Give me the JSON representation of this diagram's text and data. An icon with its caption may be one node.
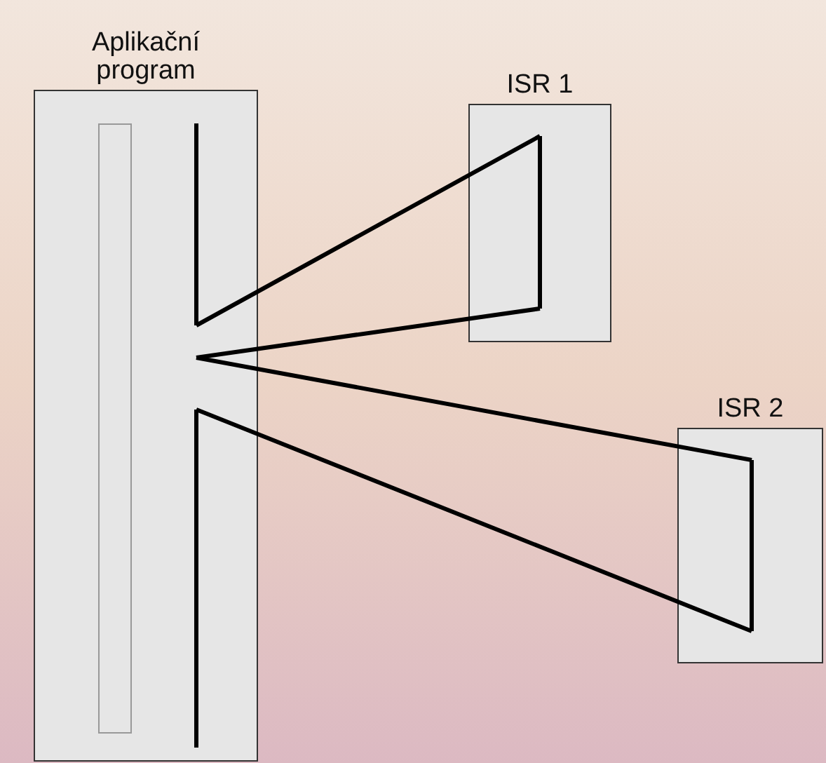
{
  "diagram": {
    "nodes": [
      {
        "text": [
          "Aplikační program"
        ]
      },
      {
        "text": [],
        "shape": "bar",
        "in": 0
      },
      {
        "text": [
          "ISR 1"
        ]
      },
      {
        "text": [
          "ISR 2"
        ]
      }
    ],
    "edges": [
      {
        "from": 0,
        "to": 2,
        "arrow": "none"
      },
      {
        "from": 2,
        "to": 0,
        "arrow": "none"
      },
      {
        "from": 0,
        "to": 3,
        "arrow": "none"
      },
      {
        "from": 3,
        "to": 0,
        "arrow": "none"
      }
    ]
  }
}
